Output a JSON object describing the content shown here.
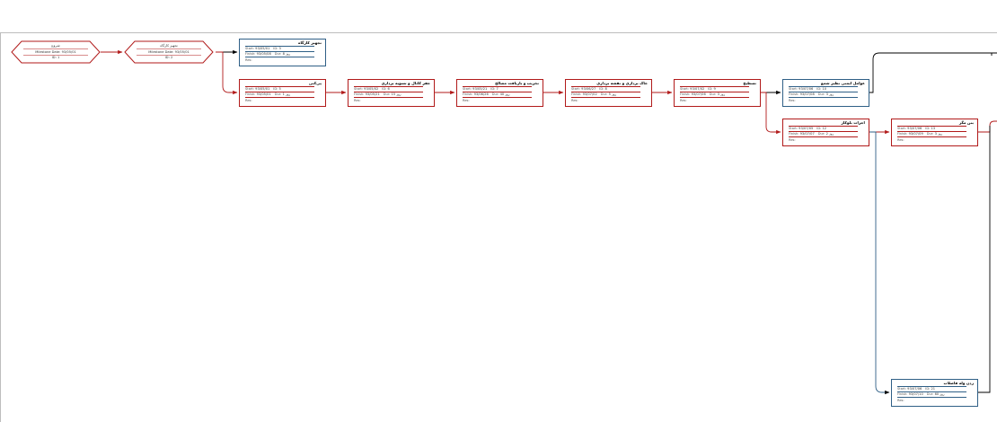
{
  "milestones": [
    {
      "name": "شروع",
      "date_label": "Milestone Date:",
      "date": "93/05/01",
      "id_label": "ID:",
      "id": "1"
    },
    {
      "name": "تجهیز کارگاه",
      "date_label": "Milestone Date:",
      "date": "93/05/01",
      "id_label": "ID:",
      "id": "2"
    }
  ],
  "labels": {
    "start": "Start:",
    "finish": "Finish:",
    "id": "ID:",
    "dur": "Dur:",
    "res": "Res:",
    "unit": "روز"
  },
  "tasks": [
    {
      "name": "تجهیز کارگاه",
      "start": "93/05/01",
      "finish": "93/05/08",
      "id": "3",
      "dur": "8",
      "style": "blue"
    },
    {
      "name": "پی‌کنی",
      "start": "93/05/01",
      "finish": "93/05/01",
      "id": "5",
      "dur": "1",
      "style": "red"
    },
    {
      "name": "حفر کانال و تسویه برداری",
      "start": "93/05/02",
      "finish": "93/05/21",
      "id": "6",
      "dur": "15",
      "style": "red"
    },
    {
      "name": "تخریب و بازیافت مصالح",
      "start": "93/05/21",
      "finish": "93/06/26",
      "id": "7",
      "dur": "40",
      "style": "red"
    },
    {
      "name": "خاک برداری و نقشه برداری",
      "start": "93/06/27",
      "finish": "93/07/02",
      "id": "8",
      "dur": "5",
      "style": "red"
    },
    {
      "name": "تسطیح",
      "start": "93/07/02",
      "finish": "93/07/06",
      "id": "9",
      "dur": "3",
      "style": "red"
    },
    {
      "name": "عوامل ایمنی نظیر شمع",
      "start": "93/07/06",
      "finish": "93/07/08",
      "id": "10",
      "dur": "3",
      "style": "blue"
    },
    {
      "name": "اجرات بلوکاژ",
      "start": "93/07/05",
      "finish": "93/07/07",
      "id": "12",
      "dur": "2",
      "style": "red"
    },
    {
      "name": "بتن مگر",
      "start": "93/07/06",
      "finish": "93/07/09",
      "id": "13",
      "dur": "3",
      "style": "red"
    },
    {
      "name": "زدن وله فاضلاب",
      "start": "93/07/06",
      "finish": "93/07/10",
      "id": "21",
      "dur": "60",
      "style": "blue"
    }
  ],
  "colors": {
    "critical": "#b11a1a",
    "normal": "#2f5f86",
    "connector_black": "#000000"
  }
}
